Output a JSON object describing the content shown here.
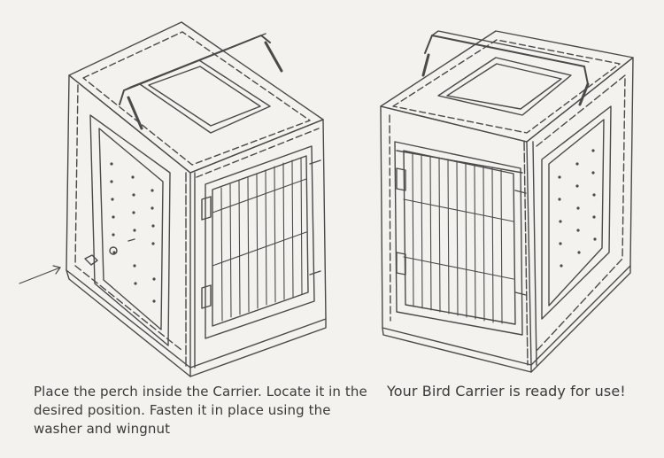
{
  "instructions": {
    "step_left": "Place the perch inside the Carrier. Locate it in the desired position. Fasten it in place using the washer and wingnut",
    "step_right": "Your Bird Carrier is ready for use!"
  },
  "illustrations": [
    {
      "name": "carrier-with-perch",
      "pointer": "arrow"
    },
    {
      "name": "carrier-ready"
    }
  ]
}
